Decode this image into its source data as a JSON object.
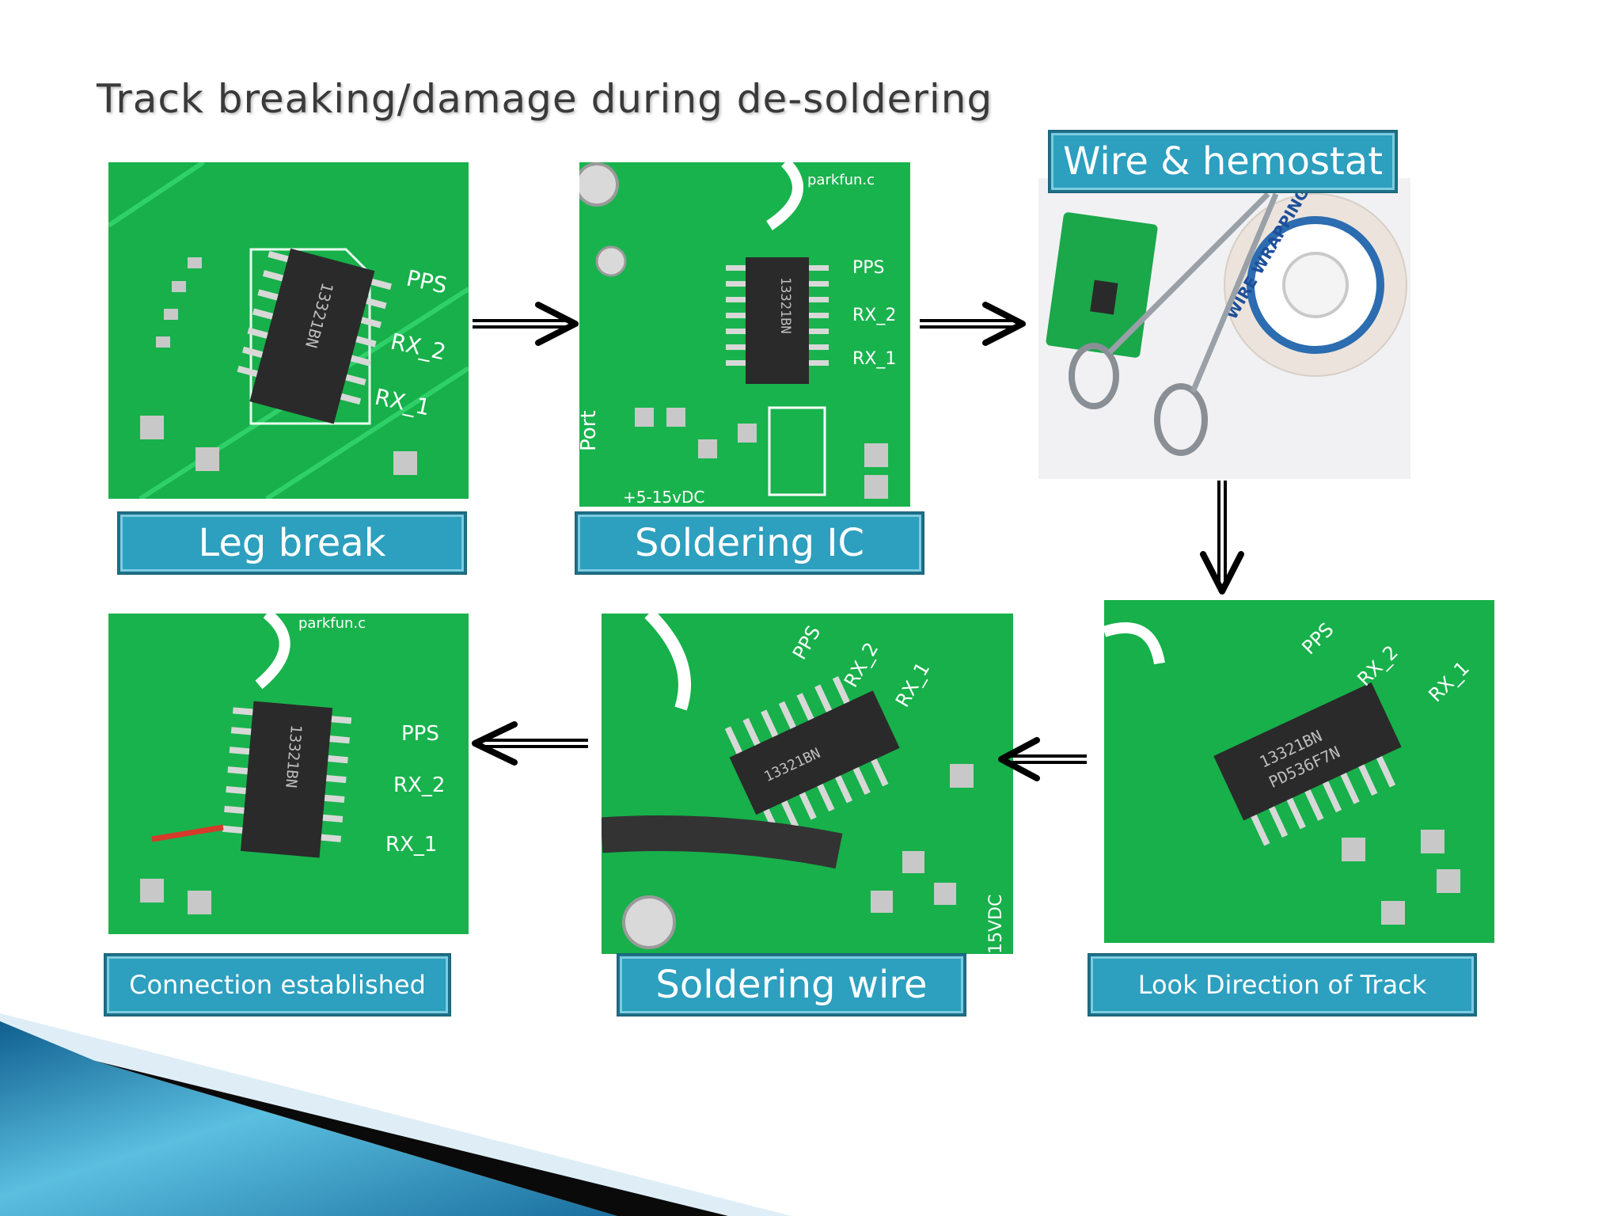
{
  "slide": {
    "title": "Track breaking/damage during de-soldering"
  },
  "steps": [
    {
      "label": "Leg break"
    },
    {
      "label": "Soldering IC"
    },
    {
      "label": "Wire & hemostat"
    },
    {
      "label": "Look Direction of Track"
    },
    {
      "label": "Soldering wire"
    },
    {
      "label": "Connection established"
    }
  ],
  "photo_text": {
    "pcb_labels": [
      "PPS",
      "RX_2",
      "RX_1"
    ],
    "chip_marking": [
      "13321BN",
      "PD536F7N"
    ],
    "brand": "parkfun.c",
    "port": "Port",
    "voltage": "+5-15vDC",
    "voltage_short": "15VDC",
    "spool": "WIRE WRAPPING WIRE"
  },
  "colors": {
    "pcb_green": "#17b04a",
    "label_fill": "#2d9fbf",
    "label_border": "#1d6f87",
    "corner_blue": "#1f7fb0"
  }
}
